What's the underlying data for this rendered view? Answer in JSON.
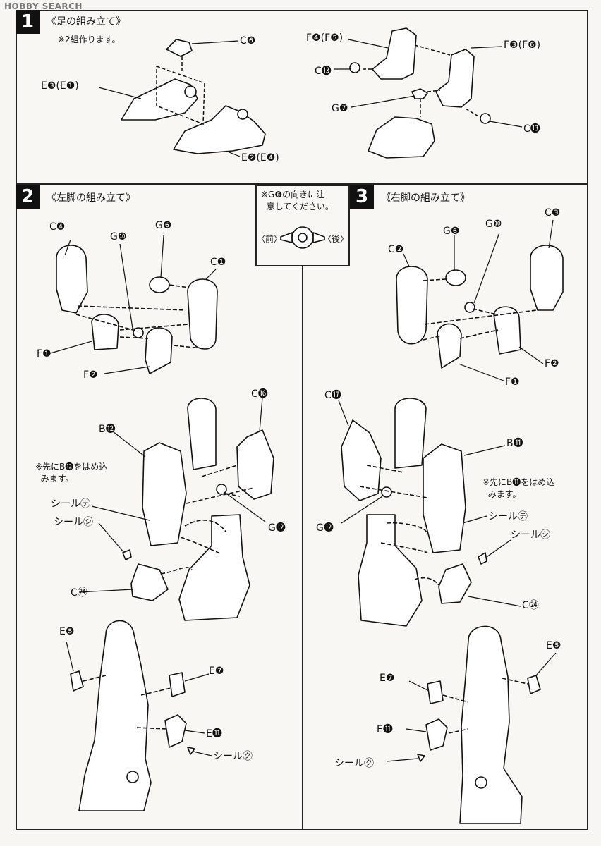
{
  "watermark": "HOBBY SEARCH",
  "step1": {
    "number": "1",
    "title": "《足の組み立て》",
    "note": "※2組作ります。",
    "labels": {
      "c6": "C❻",
      "e3": "E❸(E❶)",
      "e2": "E❷(E❹)",
      "f4": "F❹(F❺)",
      "f3": "F❸(F❻)",
      "c13a": "C⓭",
      "c13b": "C⓭",
      "g7": "G❼"
    }
  },
  "step2": {
    "number": "2",
    "title": "《左脚の組み立て》",
    "note": "※先にB⓬をはめ込\n  みます。",
    "labels": {
      "c4": "C❹",
      "g10": "G❿",
      "g6": "G❻",
      "c1": "C❶",
      "f1": "F❶",
      "f2": "F❷",
      "b12": "B⓬",
      "c16": "C⓰",
      "seal_te": "シール㋢",
      "seal_shi": "シール㋛",
      "g12": "G⓬",
      "c24": "C㉔",
      "e5": "E❺",
      "e7": "E❼",
      "e11": "E⓫",
      "seal_ku": "シール㋗"
    }
  },
  "center_note": {
    "text": "※G❻の向きに注\n  意してください。",
    "front": "〈前〉",
    "back": "〈後〉"
  },
  "step3": {
    "number": "3",
    "title": "《右脚の組み立て》",
    "note": "※先にB⓫をはめ込\n  みます。",
    "labels": {
      "c3": "C❸",
      "g6": "G❻",
      "g10": "G❿",
      "c2": "C❷",
      "f2": "F❷",
      "f1": "F❶",
      "c17": "C⓱",
      "b11": "B⓫",
      "seal_te": "シール㋢",
      "g12": "G⓬",
      "seal_shi": "シール㋛",
      "c24": "C㉔",
      "e5": "E❺",
      "e7": "E❼",
      "e11": "E⓫",
      "seal_ku": "シール㋗"
    }
  }
}
